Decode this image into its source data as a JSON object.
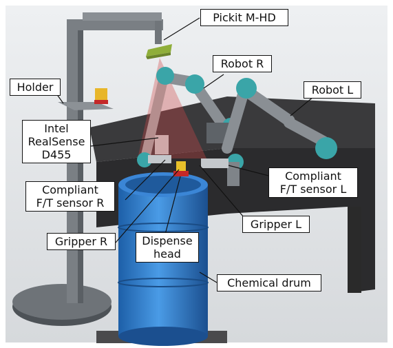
{
  "labels": {
    "pickit": "Pickit M-HD",
    "robot_r": "Robot R",
    "robot_l": "Robot L",
    "holder": "Holder",
    "realsense": [
      "Intel",
      "RealSense",
      "D455"
    ],
    "compliant_r": [
      "Compliant",
      "F/T sensor R"
    ],
    "compliant_l": [
      "Compliant",
      "F/T sensor L"
    ],
    "gripper_l": "Gripper L",
    "gripper_r": "Gripper R",
    "dispense": [
      "Dispense",
      "head"
    ],
    "drum": "Chemical drum"
  },
  "colors": {
    "background": "#e6e8ea",
    "table": "#2f2f31",
    "frame": "#6e7378",
    "drum": "#2a78c8",
    "robot_arm": "#8a8f94",
    "robot_joint": "#3aa5a8",
    "camera_cone": "#c85050",
    "pickit_camera": "#8fae3a"
  }
}
